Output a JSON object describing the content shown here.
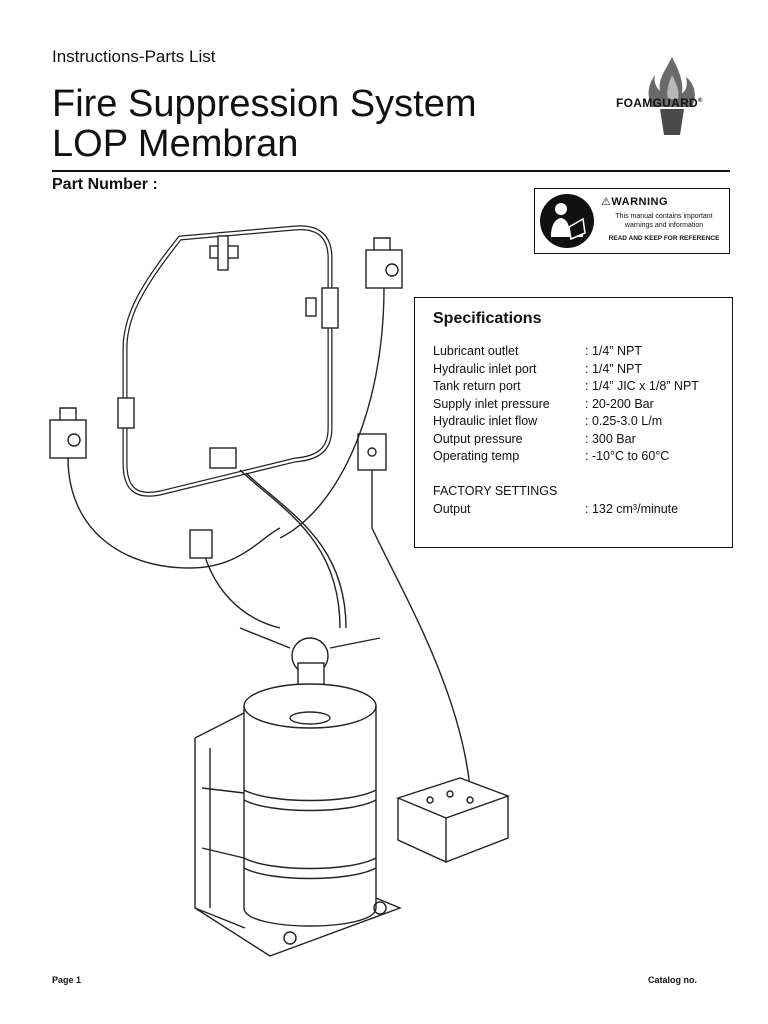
{
  "header": {
    "doc_type": "Instructions-Parts List",
    "title_line1": "Fire Suppression System",
    "title_line2": "LOP Membran",
    "part_number_label": "Part Number :"
  },
  "logo": {
    "text": "FOAMGUARD",
    "mark": "®",
    "icon": "flame-icon"
  },
  "warning": {
    "heading": "WARNING",
    "body_line1": "This manual contains important",
    "body_line2": "warnings and information",
    "footer": "READ AND KEEP FOR REFERENCE",
    "icon": "read-manual-icon"
  },
  "specs": {
    "title": "Specifications",
    "rows": [
      {
        "label": "Lubricant outlet",
        "value": ": 1/4” NPT"
      },
      {
        "label": "Hydraulic inlet port",
        "value": ": 1/4” NPT"
      },
      {
        "label": "Tank return port",
        "value": ": 1/4” JIC x 1/8” NPT"
      },
      {
        "label": "Supply inlet pressure",
        "value": ": 20-200 Bar"
      },
      {
        "label": "Hydraulic inlet flow",
        "value": ": 0.25-3.0 L/m"
      },
      {
        "label": "Output pressure",
        "value": ": 300 Bar"
      },
      {
        "label": "Operating temp",
        "value": ": -10°C to 60°C"
      }
    ],
    "factory_heading": "FACTORY SETTINGS",
    "factory_rows": [
      {
        "label": "Output",
        "value": ": 132 cm³/minute"
      }
    ]
  },
  "footer": {
    "page": "Page 1",
    "catalog": "Catalog no."
  }
}
